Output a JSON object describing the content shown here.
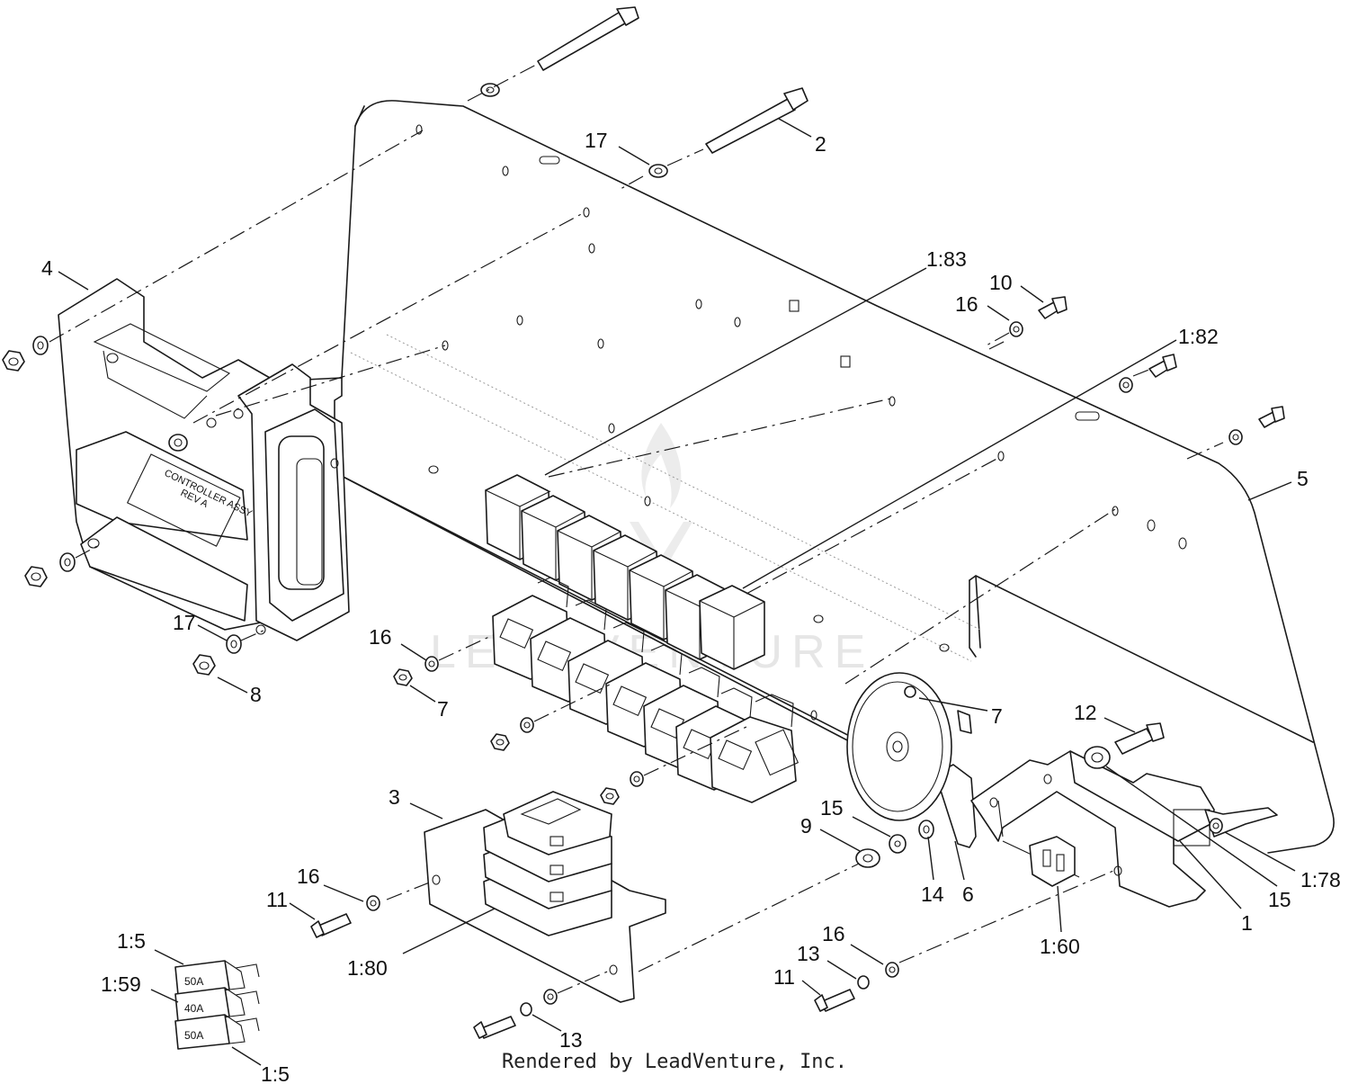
{
  "callouts": [
    {
      "id": "c17a",
      "text": "17"
    },
    {
      "id": "c2",
      "text": "2"
    },
    {
      "id": "c4",
      "text": "4"
    },
    {
      "id": "c183",
      "text": "1:83"
    },
    {
      "id": "c10",
      "text": "10"
    },
    {
      "id": "c16a",
      "text": "16"
    },
    {
      "id": "c182",
      "text": "1:82"
    },
    {
      "id": "c5",
      "text": "5"
    },
    {
      "id": "c17b",
      "text": "17"
    },
    {
      "id": "c8",
      "text": "8"
    },
    {
      "id": "c16b",
      "text": "16"
    },
    {
      "id": "c7a",
      "text": "7"
    },
    {
      "id": "c7b",
      "text": "7"
    },
    {
      "id": "c12",
      "text": "12"
    },
    {
      "id": "c3",
      "text": "3"
    },
    {
      "id": "c15a",
      "text": "15"
    },
    {
      "id": "c9",
      "text": "9"
    },
    {
      "id": "c16c",
      "text": "16"
    },
    {
      "id": "c11a",
      "text": "11"
    },
    {
      "id": "c14",
      "text": "14"
    },
    {
      "id": "c6",
      "text": "6"
    },
    {
      "id": "c15b",
      "text": "15"
    },
    {
      "id": "c178",
      "text": "1:78"
    },
    {
      "id": "c1",
      "text": "1"
    },
    {
      "id": "c15c",
      "text": "1:5"
    },
    {
      "id": "c16d",
      "text": "16"
    },
    {
      "id": "c13a",
      "text": "13"
    },
    {
      "id": "c11b",
      "text": "11"
    },
    {
      "id": "c160",
      "text": "1:60"
    },
    {
      "id": "c180",
      "text": "1:80"
    },
    {
      "id": "c159",
      "text": "1:59"
    },
    {
      "id": "c13b",
      "text": "13"
    },
    {
      "id": "c15d",
      "text": "1:5"
    }
  ],
  "fuses": [
    "50A",
    "40A",
    "50A"
  ],
  "controller_label": [
    "CONTROLLER ASSY",
    "REV A"
  ],
  "watermark": "LEADVENTURE",
  "credit": "Rendered by LeadVenture, Inc."
}
